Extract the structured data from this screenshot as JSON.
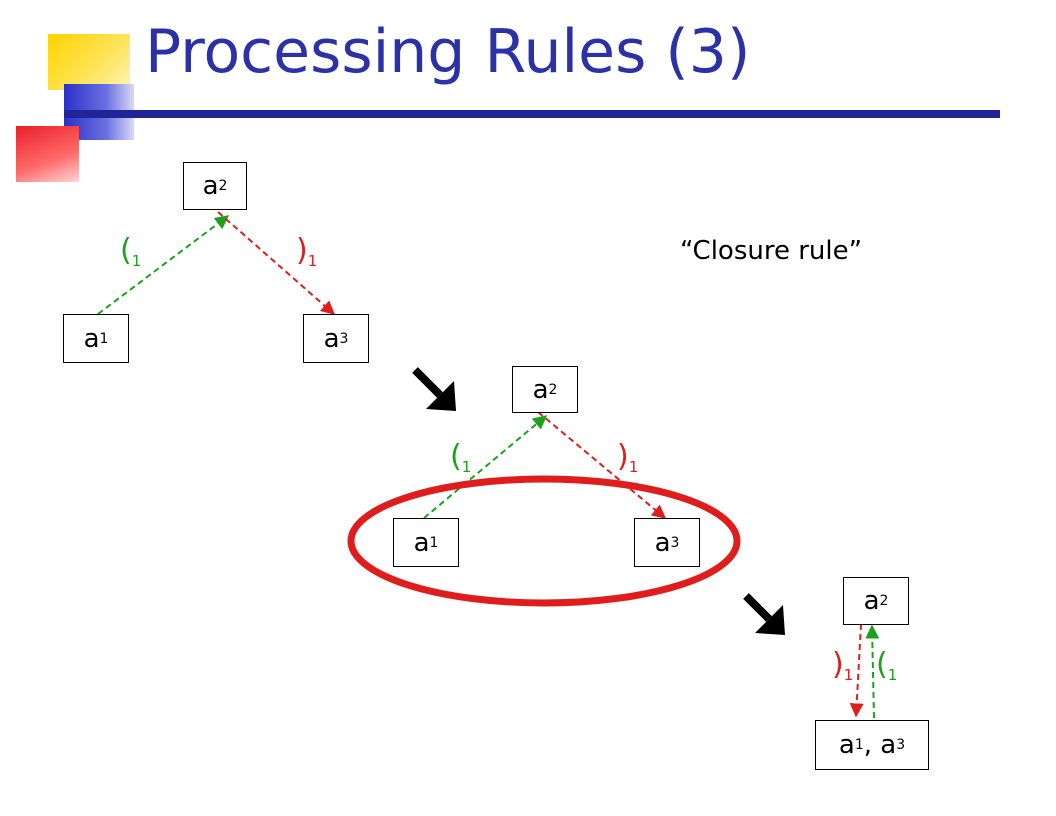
{
  "slide": {
    "title": "Processing Rules (3)",
    "annotation": "“Closure rule”"
  },
  "diagram_1": {
    "top_node": {
      "base": "a",
      "sup": "2"
    },
    "left_node": {
      "base": "a",
      "sup": "1"
    },
    "right_node": {
      "base": "a",
      "sup": "3"
    },
    "open_label": {
      "sym": "(",
      "sub": "1"
    },
    "close_label": {
      "sym": ")",
      "sub": "1"
    }
  },
  "diagram_2": {
    "top_node": {
      "base": "a",
      "sup": "2"
    },
    "left_node": {
      "base": "a",
      "sup": "1"
    },
    "right_node": {
      "base": "a",
      "sup": "3"
    },
    "open_label": {
      "sym": "(",
      "sub": "1"
    },
    "close_label": {
      "sym": ")",
      "sub": "1"
    }
  },
  "diagram_3": {
    "top_node": {
      "base": "a",
      "sup": "2"
    },
    "merged_node": {
      "base1": "a",
      "sup1": "1",
      "sep": ", ",
      "base2": "a",
      "sup2": "3"
    },
    "close_label": {
      "sym": ")",
      "sub": "1"
    },
    "open_label": {
      "sym": "(",
      "sub": "1"
    }
  },
  "colors": {
    "title": "#2b31a6",
    "title_rule": "#1f2496",
    "open_edge": "#1aa31a",
    "close_edge": "#e01d1d",
    "highlight_ellipse": "#e01d1d"
  },
  "icons": [
    "transition-arrow-icon",
    "transition-arrow-icon"
  ]
}
